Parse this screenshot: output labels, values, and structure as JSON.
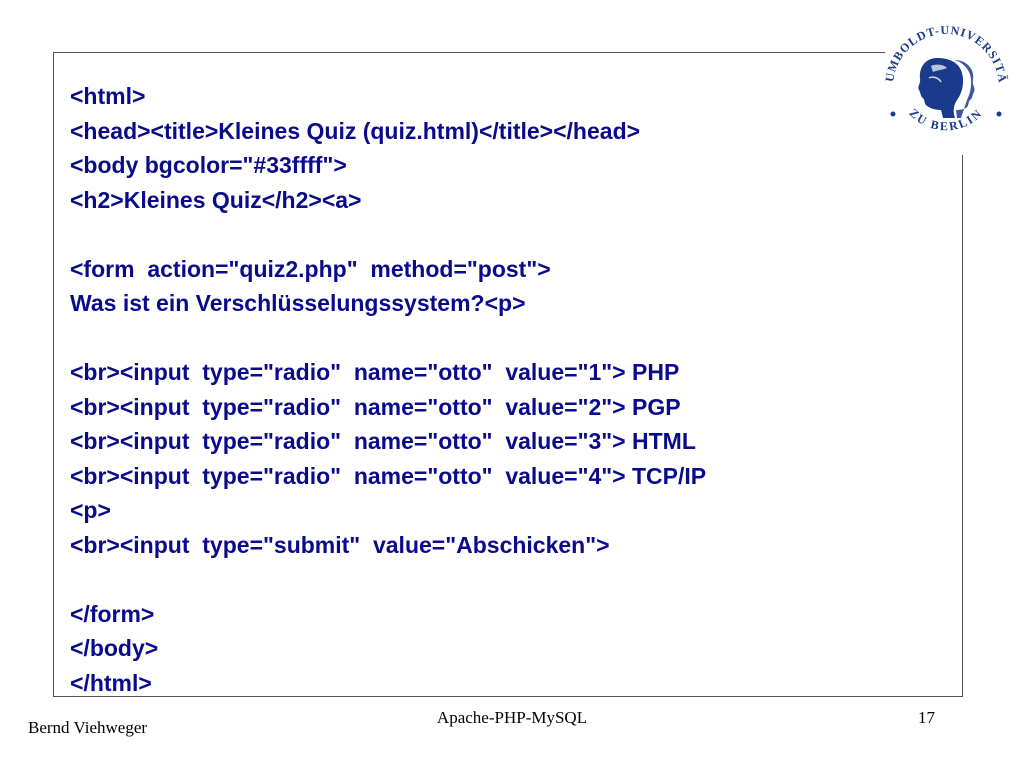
{
  "slide": {
    "code_lines": [
      "<html>",
      "<head><title>Kleines Quiz (quiz.html)</title></head>",
      "<body bgcolor=\"#33ffff\">",
      "<h2>Kleines Quiz</h2><a>",
      "",
      "<form  action=\"quiz2.php\"  method=\"post\">",
      "Was ist ein Verschlüsselungssystem?<p>",
      "",
      "<br><input  type=\"radio\"  name=\"otto\"  value=\"1\"> PHP",
      "<br><input  type=\"radio\"  name=\"otto\"  value=\"2\"> PGP",
      "<br><input  type=\"radio\"  name=\"otto\"  value=\"3\"> HTML",
      "<br><input  type=\"radio\"  name=\"otto\"  value=\"4\"> TCP/IP",
      "<p>",
      "<br><input  type=\"submit\"  value=\"Abschicken\">",
      "",
      "</form>",
      "</body>",
      "</html>"
    ]
  },
  "logo": {
    "name": "humboldt-university-seal-icon",
    "text_top": "HUMBOLDT-UNIVERSITÄT",
    "text_bottom": "ZU BERLIN",
    "color": "#1a3a8c"
  },
  "footer": {
    "author": "Bernd Viehweger",
    "title": "Apache-PHP-MySQL",
    "page": "17"
  }
}
